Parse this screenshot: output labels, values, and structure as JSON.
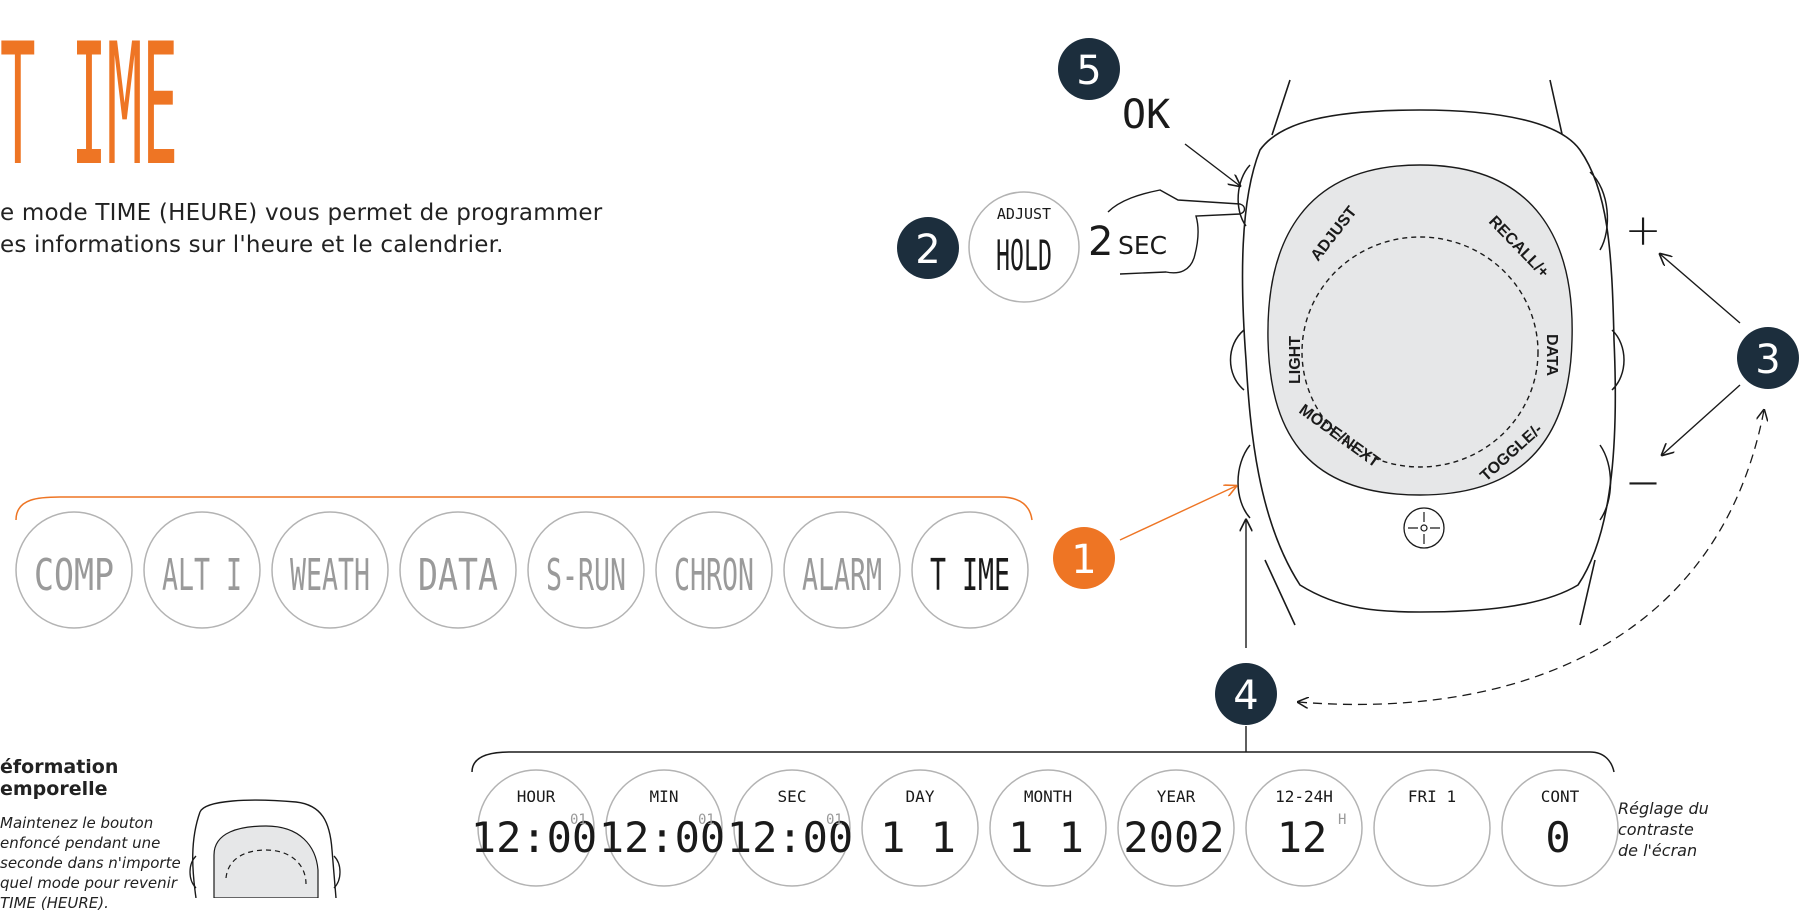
{
  "title": "T IME",
  "intro": {
    "line1": "e mode TIME (HEURE) vous permet de programmer",
    "line2": "es informations sur l'heure et le calendrier."
  },
  "callouts": [
    "5",
    "2",
    "3",
    "1",
    "4"
  ],
  "ok_label": "OK",
  "hold": {
    "top": "ADJUST",
    "main": "HOLD",
    "duration": "2",
    "unit": "SEC"
  },
  "plus_sign": "+",
  "minus_sign": "—",
  "watch_buttons": {
    "adjust": "ADJUST",
    "recall": "RECALL/+",
    "light": "LIGHT",
    "data": "DATA",
    "mode": "MODE/NEXT",
    "toggle": "TOGGLE/-"
  },
  "modes": [
    "COMP",
    "ALT I",
    "WEATH",
    "DATA",
    "S-RUN",
    "CHRON",
    "ALARM",
    "T IME"
  ],
  "settings": [
    {
      "label": "HOUR",
      "value": "12:00",
      "suffix": "01"
    },
    {
      "label": "MIN",
      "value": "12:00",
      "suffix": "01"
    },
    {
      "label": "SEC",
      "value": "12:00",
      "suffix": "01"
    },
    {
      "label": "DAY",
      "value": "1 1",
      "suffix": ""
    },
    {
      "label": "MONTH",
      "value": "1 1",
      "suffix": ""
    },
    {
      "label": "YEAR",
      "value": "2002",
      "suffix": ""
    },
    {
      "label": "12-24H",
      "value": "12",
      "suffix": "H"
    },
    {
      "label": "FRI 1",
      "value": "",
      "suffix": ""
    },
    {
      "label": "CONT",
      "value": "0",
      "suffix": ""
    }
  ],
  "contrast_note": {
    "line1": "Réglage du",
    "line2": "contraste",
    "line3": "de l'écran"
  },
  "side": {
    "title1": "éformation",
    "title2": "emporelle",
    "text1": "Maintenez le bouton",
    "text2": "enfoncé pendant une",
    "text3": "seconde dans n'importe",
    "text4": "quel mode pour revenir",
    "text5": "TIME (HEURE)."
  },
  "colors": {
    "accent": "#ee7524",
    "dark": "#1c2e3d",
    "light_gray": "#e6e7e8",
    "mid_gray": "#b3b3b3"
  }
}
